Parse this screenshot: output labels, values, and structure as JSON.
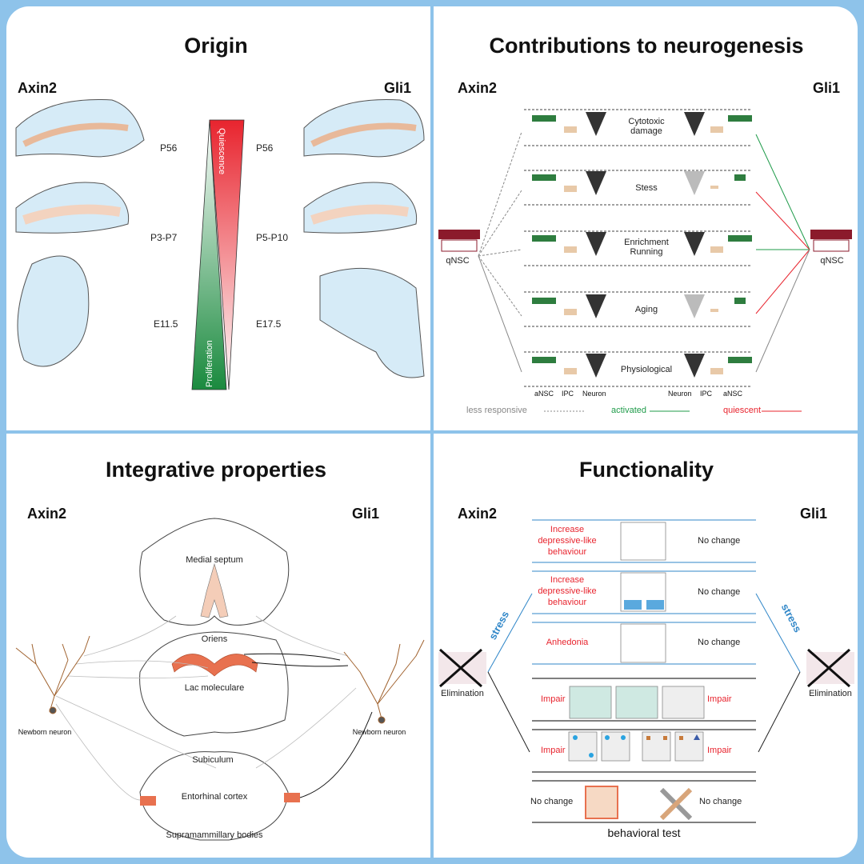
{
  "colors": {
    "frame": "#8ec3ea",
    "activated": "#1f9b4a",
    "quiescent": "#e8242e",
    "less_responsive": "#888888",
    "stress": "#2f86c8",
    "tissue": "#d6ebf7",
    "region": "#e8714f"
  },
  "origin": {
    "title": "Origin",
    "left_gene": "Axin2",
    "right_gene": "Gli1",
    "left_stages": [
      "P56",
      "P3-P7",
      "E11.5"
    ],
    "right_stages": [
      "P56",
      "P5-P10",
      "E17.5"
    ],
    "gradient_top": "Quiescence",
    "gradient_bottom": "Proliferation"
  },
  "neurogenesis": {
    "title": "Contributions to neurogenesis",
    "left_gene": "Axin2",
    "right_gene": "Gli1",
    "source_cell": "qNSC",
    "conditions": [
      "Cytotoxic damage",
      "Stess",
      "Enrichment Running",
      "Aging",
      "Physiological"
    ],
    "right_arrow_types": [
      "activated",
      "quiescent",
      "activated",
      "quiescent",
      "less_responsive"
    ],
    "left_cell_labels": [
      "aNSC",
      "IPC",
      "Neuron"
    ],
    "right_cell_labels": [
      "Neuron",
      "IPC",
      "aNSC"
    ],
    "legend": {
      "less_responsive": "less responsive",
      "activated": "activated",
      "quiescent": "quiescent"
    }
  },
  "integrative": {
    "title": "Integrative properties",
    "left_gene": "Axin2",
    "right_gene": "Gli1",
    "regions": {
      "medial_septum": "Medial septum",
      "oriens": "Oriens",
      "lac": "Lac moleculare",
      "subiculum": "Subiculum",
      "entorhinal": "Entorhinal cortex",
      "supramammillary": "Supramammillary bodies"
    },
    "left_neuron": "Newborn neuron",
    "right_neuron": "Newborn neuron"
  },
  "functionality": {
    "title": "Functionality",
    "left_gene": "Axin2",
    "right_gene": "Gli1",
    "stress_label": "stress",
    "elimination": "Elimination",
    "rows": [
      {
        "left": "Increase depressive-like behaviour",
        "right": "No change"
      },
      {
        "left": "Increase depressive-like behaviour",
        "right": "No change"
      },
      {
        "left": "Anhedonia",
        "right": "No change"
      },
      {
        "left": "Impair",
        "right": "Impair"
      },
      {
        "left": "Impair",
        "right": "Impair"
      },
      {
        "left": "No change",
        "right": "No change"
      }
    ],
    "footer": "behavioral test"
  }
}
